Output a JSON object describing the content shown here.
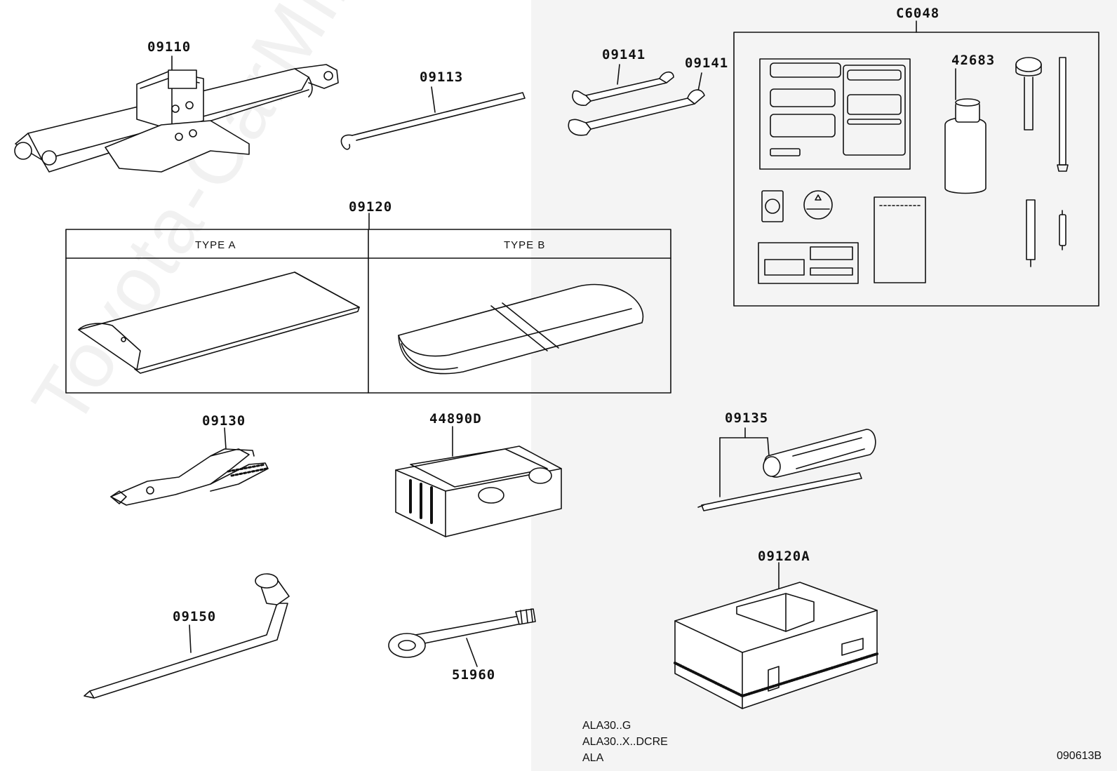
{
  "parts": {
    "p09110": "09110",
    "p09113": "09113",
    "p09141a": "09141",
    "p09141b": "09141",
    "pC6048": "C6048",
    "p42683": "42683",
    "p09120": "09120",
    "p09130": "09130",
    "p44890D": "44890D",
    "p09135": "09135",
    "p09120A": "09120A",
    "p09150": "09150",
    "p51960": "51960"
  },
  "types": {
    "a": "TYPE A",
    "b": "TYPE B"
  },
  "applicability": [
    "ALA30..G",
    "ALA30..X..DCRE",
    "ALA"
  ],
  "diagram_code": "090613B",
  "watermark": "Toyota-CarMine.ru",
  "colors": {
    "line": "#111111",
    "shade": "#f4f4f4"
  }
}
